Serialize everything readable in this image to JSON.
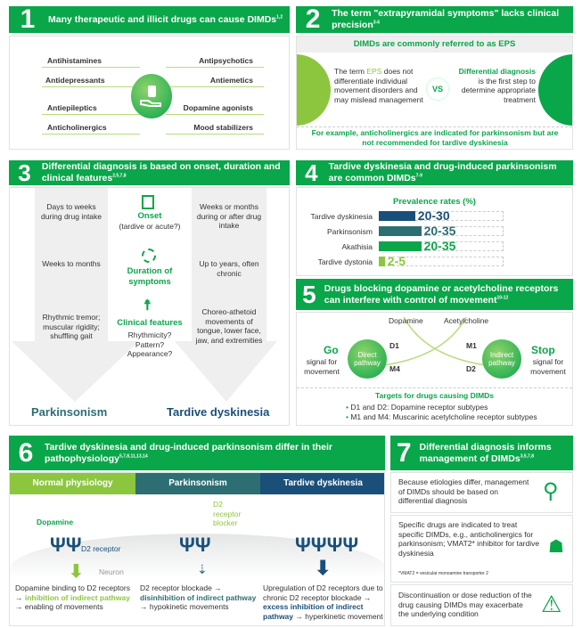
{
  "colors": {
    "green": "#0aa64a",
    "light_green": "#8cc63f",
    "teal": "#2d6e73",
    "navy": "#1a4f7a"
  },
  "p1": {
    "num": "1",
    "title": "Many therapeutic and illicit drugs can cause DIMDs",
    "sup": "1,2",
    "left": [
      "Antihistamines",
      "Antidepressants",
      "Antiepileptics",
      "Anticholinergics"
    ],
    "right": [
      "Antipsychotics",
      "Antiemetics",
      "Dopamine agonists",
      "Mood stabilizers"
    ],
    "icon": "hand-medicine-icon"
  },
  "p2": {
    "num": "2",
    "title": "The term \"extrapyramidal symptoms\" lacks clinical precision",
    "sup": "3-6",
    "banner": "DIMDs are commonly referred to as EPS",
    "left_pre": "The term ",
    "left_hl": "EPS",
    "left_post": " does not differentiate individual movement disorders and may mislead management",
    "vs": "VS",
    "right_hl": "Differential diagnosis",
    "right_post": "is the first step to determine appropriate treatment",
    "footer": "For example, anticholinergics are indicated for parkinsonism but are not recommended for tardive dyskinesia"
  },
  "p3": {
    "num": "3",
    "title": "Differential diagnosis is based on onset, duration and clinical features",
    "sup": "2,5,7,8",
    "left": [
      "Days to weeks during drug intake",
      "Weeks to months",
      "Rhythmic tremor; muscular rigidity; shuffling gait"
    ],
    "right": [
      "Weeks or months during or after drug intake",
      "Up to years, often chronic",
      "Choreo-athetoid movements of tongue, lower face, jaw, and extremities"
    ],
    "mid": [
      {
        "label": "Onset",
        "sub": "(tardive or acute?)",
        "icon": "calendar-icon"
      },
      {
        "label": "Duration of symptoms",
        "sub": "",
        "icon": "cycle-icon"
      },
      {
        "label": "Clinical features",
        "sub": "Rhythmicity? Pattern? Appearance?",
        "icon": "person-icon"
      }
    ],
    "bottom_left": "Parkinsonism",
    "bottom_right": "Tardive dyskinesia"
  },
  "p4": {
    "num": "4",
    "title": "Tardive dyskinesia and drug-induced parkinsonism are common DIMDs",
    "sup": "7-9",
    "chart_title": "Prevalence rates (%)",
    "items": [
      {
        "label": "Tardive dyskinesia",
        "value": "20-30",
        "low": 20,
        "high": 30,
        "color": "#1a4f7a"
      },
      {
        "label": "Parkinsonism",
        "value": "20-35",
        "low": 20,
        "high": 35,
        "color": "#2d6e73"
      },
      {
        "label": "Akathisia",
        "value": "20-35",
        "low": 20,
        "high": 35,
        "color": "#0aa64a"
      },
      {
        "label": "Tardive dystonia",
        "value": "2-5",
        "low": 2,
        "high": 5,
        "color": "#8cc63f"
      }
    ]
  },
  "p5": {
    "num": "5",
    "title": "Drugs blocking dopamine or acetylcholine receptors can interfere with control of movement",
    "sup": "10-12",
    "dopamine": "Dopamine",
    "acetylcholine": "Acetylcholine",
    "go": "Go",
    "go_sub": "signal for movement",
    "stop": "Stop",
    "stop_sub": "signal for movement",
    "direct": "Direct pathway",
    "indirect": "Indirect pathway",
    "d1": "D1",
    "m4": "M4",
    "m1": "M1",
    "d2": "D2",
    "targets_title": "Targets for drugs causing DIMDs",
    "targets": [
      "D1 and D2: Dopamine receptor subtypes",
      "M1 and M4: Muscarinic acetylcholine receptor subtypes"
    ]
  },
  "p6": {
    "num": "6",
    "title": "Tardive dyskinesia and drug-induced parkinsonism differ in their pathophysiology",
    "sup": "5,7,8,11,13,14",
    "cols": [
      {
        "head": "Normal physiology",
        "labels": [
          "Dopamine",
          "D2 receptor",
          "Neuron"
        ],
        "pre": "Dopamine binding to D2 receptors → ",
        "hl": "inhibition of indirect pathway",
        "post": " → enabling of  movements"
      },
      {
        "head": "Parkinsonism",
        "labels": [
          "D2 receptor blocker"
        ],
        "pre": "D2 receptor blockade → ",
        "hl": "disinhibition of indirect pathway",
        "post": " → hypokinetic movements"
      },
      {
        "head": "Tardive dyskinesia",
        "labels": [],
        "pre": "Upregulation of D2 receptors due to chronic D2 receptor blockade → ",
        "hl": "excess inhibition of indirect pathway",
        "post": " → hyperkinetic movement"
      }
    ]
  },
  "p7": {
    "num": "7",
    "title": "Differential diagnosis informs management of DIMDs",
    "sup": "3,5,7,8",
    "items": [
      {
        "text": "Because etiologies differ, management of DIMDs should be based on differential diagnosis",
        "icon": "magnifier-icon"
      },
      {
        "text": "Specific drugs are indicated to treat specific DIMDs, e.g., anticholinergics for parkinsonism; VMAT2* inhibitor for tardive dyskinesia",
        "note": "*VMAT2 = vesicular monoamine transporter 2",
        "icon": "hand-medicine-icon"
      },
      {
        "text": "Discontinuation or dose reduction of the drug causing DIMDs may exacerbate the underlying condition",
        "icon": "warning-icon"
      }
    ]
  }
}
